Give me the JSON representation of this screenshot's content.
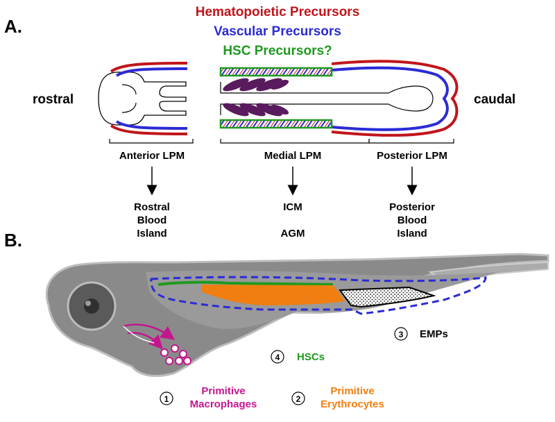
{
  "panel_a": {
    "label": "A.",
    "title_lines": [
      {
        "text": "Hematopoietic Precursors",
        "color": "#c0151b"
      },
      {
        "text": "Vascular Precursors",
        "color": "#2b2bd6"
      },
      {
        "text": "HSC Precursors?",
        "color": "#1e9a1e"
      }
    ],
    "rostral": "rostral",
    "caudal": "caudal",
    "regions": [
      {
        "name": "Anterior LPM",
        "products": [
          "Rostral",
          "Blood",
          "Island"
        ]
      },
      {
        "name": "Medial LPM",
        "products": [
          "ICM",
          "",
          "AGM"
        ]
      },
      {
        "name": "Posterior LPM",
        "products": [
          "Posterior",
          "Blood",
          "Island"
        ]
      }
    ]
  },
  "panel_b": {
    "label": "B.",
    "legend": [
      {
        "number": "1",
        "lines": [
          "Primitive",
          "Macrophages"
        ],
        "color": "#c4168f"
      },
      {
        "number": "2",
        "lines": [
          "Primitive",
          "Erythrocytes"
        ],
        "color": "#f07e10"
      },
      {
        "number": "3",
        "lines": [
          "EMPs"
        ],
        "color": "#000000"
      },
      {
        "number": "4",
        "lines": [
          "HSCs"
        ],
        "color": "#1e9a1e"
      }
    ]
  },
  "colors": {
    "hematopoietic": "#c0151b",
    "vascular": "#2b2bd6",
    "hsc": "#1e9a1e",
    "macrophage": "#c4168f",
    "erythrocyte": "#f07e10",
    "somite": "#5a1a5e",
    "embryo_gray": "#8a8a8a"
  }
}
